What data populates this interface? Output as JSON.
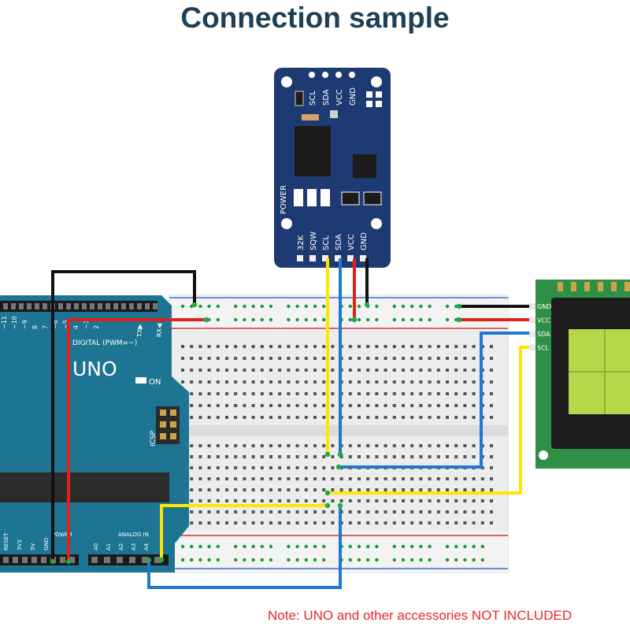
{
  "title": "Connection sample",
  "note": "Note: UNO and other accessories NOT INCLUDED",
  "colors": {
    "wire_yellow": "#ffe600",
    "wire_blue": "#1f78d1",
    "wire_red": "#e0211b",
    "wire_black": "#111111",
    "arduino": "#1d7493",
    "rtc_board": "#1e3a73",
    "lcd_board": "#2f8f46",
    "lcd_screen": "#b4d84a",
    "breadboard": "#ececec"
  },
  "rtc": {
    "top_pins": [
      "SCL",
      "SDA",
      "VCC",
      "GND"
    ],
    "bottom_pins": [
      "32K",
      "SQW",
      "SCL",
      "SDA",
      "VCC",
      "GND"
    ],
    "power_label": "POWER"
  },
  "lcd": {
    "pins": [
      "GND",
      "VCC",
      "SDA",
      "SCL"
    ]
  },
  "arduino": {
    "model": "UNO",
    "on_label": "ON",
    "icsp_label": "ICSP",
    "digital_label": "DIGITAL (PWM=~)",
    "tx_label": "TX▶",
    "rx_label": "RX◀",
    "digital_pins": [
      "~11",
      "~10",
      "~9",
      "8",
      "7",
      "~6",
      "~5",
      "4",
      "~3",
      "2"
    ],
    "power_pins": [
      "RESET",
      "3V3",
      "5V",
      "GND"
    ],
    "power_label": "POWER",
    "analog_label": "ANALOG IN",
    "analog_pins": [
      "A0",
      "A1",
      "A2",
      "A3",
      "A4"
    ]
  }
}
